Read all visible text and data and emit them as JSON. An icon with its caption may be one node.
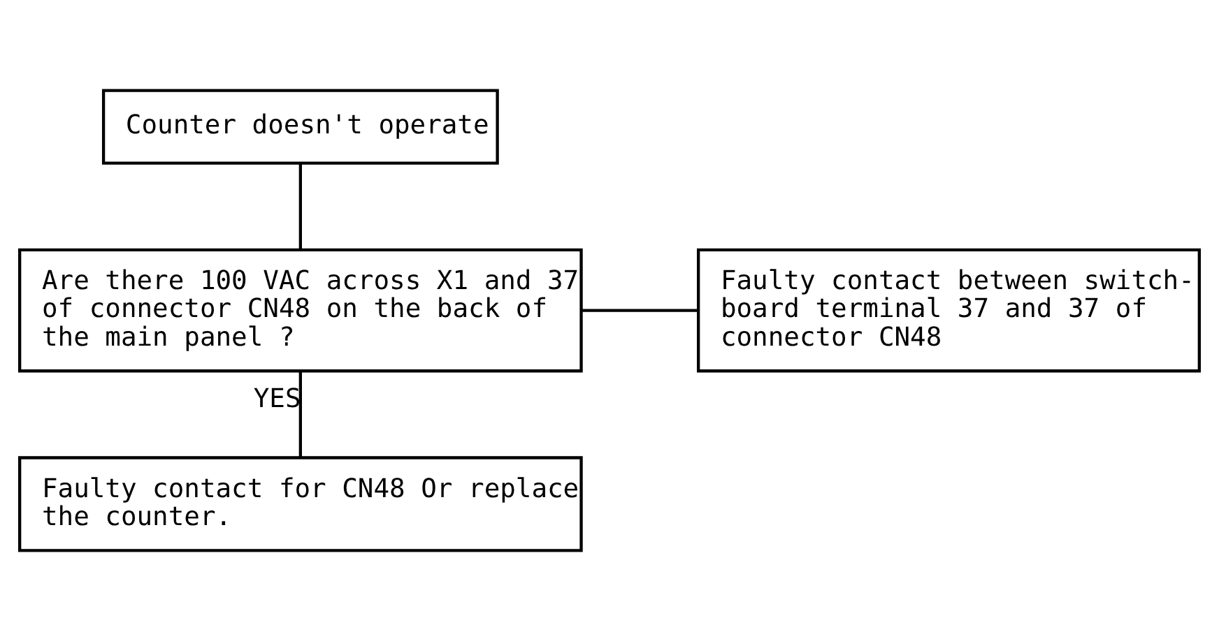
{
  "diagram": {
    "nodes": [
      {
        "text": [
          "Counter doesn't operate"
        ]
      },
      {
        "text": [
          "Are there 100 VAC across X1 and 37 of connector CN48 on the back of the main panel ?"
        ]
      },
      {
        "text": [
          "Faulty contact between switch-board terminal 37 and 37 of connector CN48"
        ]
      },
      {
        "text": [
          "Faulty contact for CN48 Or replace the counter."
        ]
      }
    ],
    "edges": [
      {
        "from": 0,
        "to": 1,
        "arrow": "none"
      },
      {
        "from": 1,
        "to": 2,
        "arrow": "none"
      },
      {
        "from": 1,
        "to": 3,
        "arrow": "none",
        "label": "YES"
      }
    ]
  }
}
